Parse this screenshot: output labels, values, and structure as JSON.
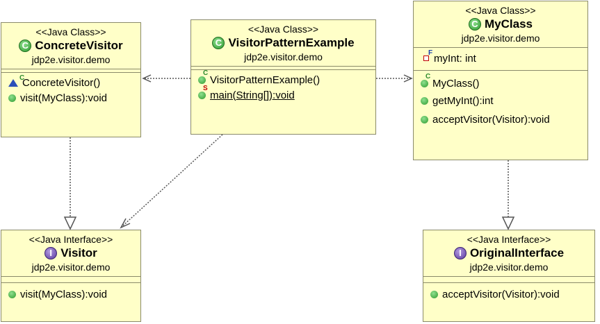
{
  "classes": {
    "concrete_visitor": {
      "stereotype": "<<Java Class>>",
      "name": "ConcreteVisitor",
      "package": "jdp2e.visitor.demo",
      "members": [
        {
          "text": "ConcreteVisitor()",
          "kind": "constructor"
        },
        {
          "text": "visit(MyClass):void",
          "kind": "method"
        }
      ]
    },
    "visitor_pattern_example": {
      "stereotype": "<<Java Class>>",
      "name": "VisitorPatternExample",
      "package": "jdp2e.visitor.demo",
      "members": [
        {
          "text": "VisitorPatternExample()",
          "kind": "constructor"
        },
        {
          "text": "main(String[]):void",
          "kind": "static-method"
        }
      ]
    },
    "my_class": {
      "stereotype": "<<Java Class>>",
      "name": "MyClass",
      "package": "jdp2e.visitor.demo",
      "fields": [
        {
          "text": "myInt: int",
          "kind": "final-field"
        }
      ],
      "members": [
        {
          "text": "MyClass()",
          "kind": "constructor"
        },
        {
          "text": "getMyInt():int",
          "kind": "method"
        },
        {
          "text": "acceptVisitor(Visitor):void",
          "kind": "method"
        }
      ]
    },
    "visitor": {
      "stereotype": "<<Java Interface>>",
      "name": "Visitor",
      "package": "jdp2e.visitor.demo",
      "members": [
        {
          "text": "visit(MyClass):void",
          "kind": "method"
        }
      ]
    },
    "original_interface": {
      "stereotype": "<<Java Interface>>",
      "name": "OriginalInterface",
      "package": "jdp2e.visitor.demo",
      "members": [
        {
          "text": "acceptVisitor(Visitor):void",
          "kind": "method"
        }
      ]
    }
  },
  "icons": {
    "class_letter": "C",
    "interface_letter": "I",
    "constructor_mark": "C",
    "static_mark": "S",
    "final_mark": "F"
  },
  "colors": {
    "box_fill": "#ffffc8",
    "box_border": "#8a8a6a",
    "class_icon": "#2e9a2e",
    "interface_icon": "#5b3aa0",
    "arrow": "#555555"
  }
}
